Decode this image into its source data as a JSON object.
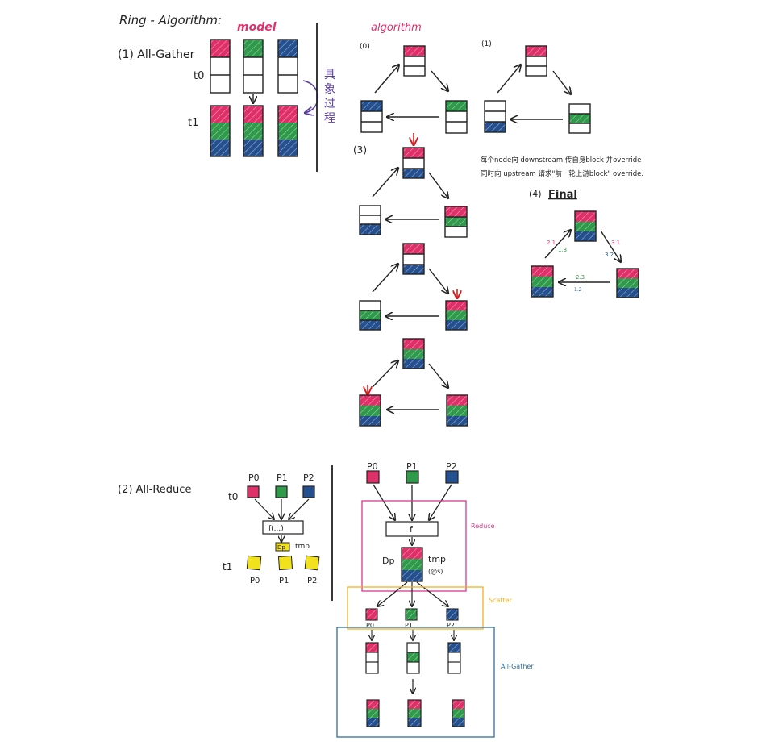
{
  "title": "Ring - Algorithm:",
  "headers": {
    "model": "model",
    "algorithm": "algorithm"
  },
  "colors": {
    "pink": "#e0306a",
    "green": "#2e9a4a",
    "blue": "#24508f",
    "yellow": "#f2e21c",
    "red": "#d42020",
    "purple": "#5b3fa0",
    "orange": "#f0b020",
    "steelblue": "#2f6f9f"
  },
  "sections": {
    "all_gather": {
      "label": "(1) All-Gather",
      "t0": "t0",
      "t1": "t1",
      "annotation": [
        "具",
        "象",
        "过",
        "程"
      ]
    },
    "all_reduce": {
      "label": "(2) All-Reduce",
      "procs": [
        "P0",
        "P1",
        "P2"
      ],
      "f_label": "f(...)",
      "dp": "Dp",
      "tmp": "tmp",
      "t0": "t0",
      "t1": "t1"
    }
  },
  "steps": {
    "s0": "(0)",
    "s1": "(1)",
    "s3": "(3)",
    "s4": "(4)",
    "final": "Final"
  },
  "note_line1": "每个node向 downstream 传自身block 并override",
  "note_line2": "同时向 upstream 请求\"前一轮上游block\" override.",
  "final_edge_labels": [
    "2.1",
    "3.1",
    "1.3",
    "3.2",
    "2.3",
    "1.2"
  ],
  "right_reduce": {
    "procs": [
      "P0",
      "P1",
      "P2"
    ],
    "f": "f",
    "dp": "Dp",
    "tmp": "tmp",
    "tmp_sub": "(@s)",
    "reduce_label": "Reduce",
    "scatter_label": "Scatter",
    "allgather_label": "All-Gather",
    "scatter_procs": [
      "P0",
      "P1",
      "P2"
    ]
  }
}
